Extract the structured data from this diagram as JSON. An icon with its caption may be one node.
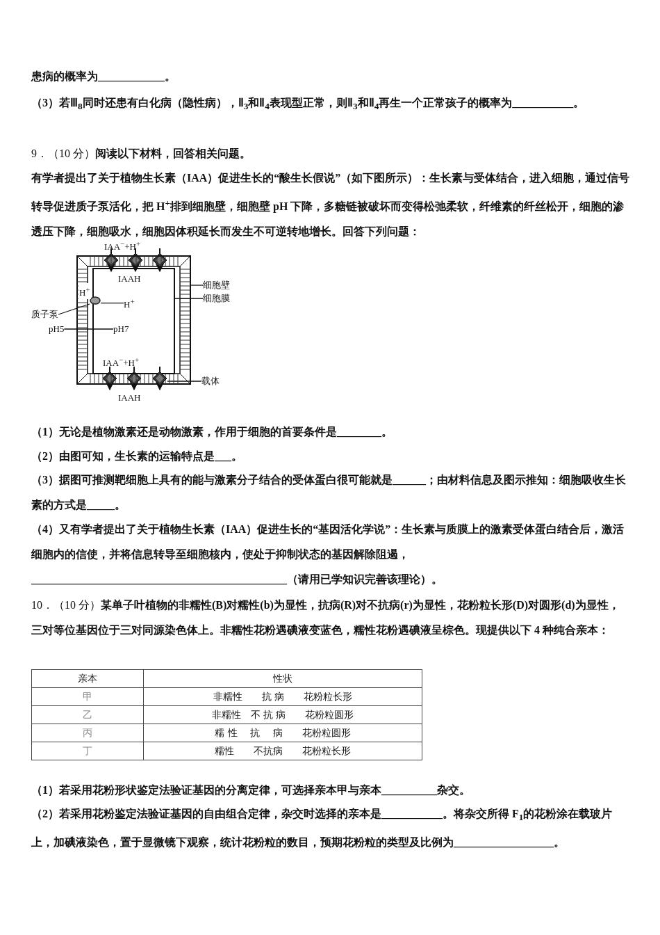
{
  "diagram": {
    "nodes": [
      {
        "text": [],
        "shape": "box"
      },
      {
        "text": [],
        "shape": "box",
        "in": 0
      },
      {
        "text": [],
        "shape": "circle",
        "in": 0
      },
      {
        "text": [],
        "shape": "diamond",
        "in": 0
      },
      {
        "text": [
          "细胞壁"
        ]
      },
      {
        "text": [
          "细胞膜"
        ]
      },
      {
        "text": [
          "质子泵"
        ]
      },
      {
        "text": [
          "载体"
        ]
      },
      {
        "text": [
          "H$^{+}$"
        ],
        "in": 1
      },
      {
        "text": [
          "pH5"
        ]
      },
      {
        "text": [
          "pH7"
        ],
        "in": 1
      }
    ],
    "edges": [
      {
        "from": 4,
        "to": 0,
        "arrow": "none"
      },
      {
        "from": 5,
        "to": 1,
        "arrow": "none"
      },
      {
        "from": 6,
        "to": 2,
        "arrow": "none"
      },
      {
        "from": 7,
        "to": 3,
        "arrow": "none"
      },
      {
        "from": 8,
        "to": 2,
        "arrow": "none"
      },
      {
        "from": 9,
        "to": 10,
        "arrow": "none"
      }
    ],
    "labels": [
      "患病的概率为____________。",
      "（3）若Ⅲ$_{8}$同时还患有白化病（隐性病），Ⅱ$_{3}$和Ⅱ$_{4}$表现型正常，则Ⅱ$_{3}$和Ⅱ$_{4}$再生一个正常孩子的概率为___________。",
      "9．（10 分）**阅读以下材料，回答相关问题。**",
      "有学者提出了关于植物生长素（IAA）促进生长的“酸生长假说”（如下图所示）：生长素与受体结合，进入细胞，通过信号转导促进质子泵活化，把 H$^{+}$排到细胞壁，细胞壁 pH 下降，多糖链被破坏而变得松弛柔软，纤维素的纤丝松开，细胞的渗透压下降，细胞吸水，细胞因体积延长而发生不可逆转地增长。回答下列问题：",
      "IAA$^{−}$+H$^{+}$",
      "IAAH",
      "H$^{+}$",
      "IAA$^{−}$+H$^{+}$",
      "IAAH",
      "（1）无论是植物激素还是动物激素，作用于细胞的首要条件是________。",
      "（2）由图可知，生长素的运输特点是___。",
      "（3）据图可推测靶细胞上具有的能与激素分子结合的受体蛋白很可能就是______；由材料信息及图示推知：细胞吸收生长素的方式是_____。",
      "（4）又有学者提出了关于植物生长素（IAA）促进生长的“基因活化学说”：生长素与质膜上的激素受体蛋白结合后，激活细胞内的信使，并将信息转导至细胞核内，使处于抑制状态的基因解除阻遏，______________________________________________（请用已学知识完善该理论）。",
      "10．（10 分）**某单子叶植物的非糯性(B)对糯性(b)为显性，抗病(R)对不抗病(r)为显性，花粉粒长形(D)对圆形(d)为显性，三对等位基因位于三对同源染色体上。非糯性花粉遇碘液变蓝色，糯性花粉遇碘液呈棕色。现提供以下 4 种纯合亲本：**",
      "亲本",
      "性状",
      "甲",
      "非糯性　　抗 病　　花粉粒长形",
      "乙",
      "非糯性　不 抗 病　　花粉粒圆形",
      "丙",
      "糯 性　 抗　 病　　花粉粒圆形",
      "丁",
      "糯性　　不抗病　　花粉粒长形",
      "（1）若采用花粉形状鉴定法验证基因的分离定律，可选择亲本甲与亲本__________杂交。",
      "（2）若采用花粉鉴定法验证基因的自由组合定律，杂交时选择的亲本是___________。将杂交所得 F$_{1}$的花粉涂在载玻片上，加碘液染色，置于显微镜下观察，统计花粉粒的数目，预期花粉粒的类型及比例为__________________。"
    ]
  }
}
